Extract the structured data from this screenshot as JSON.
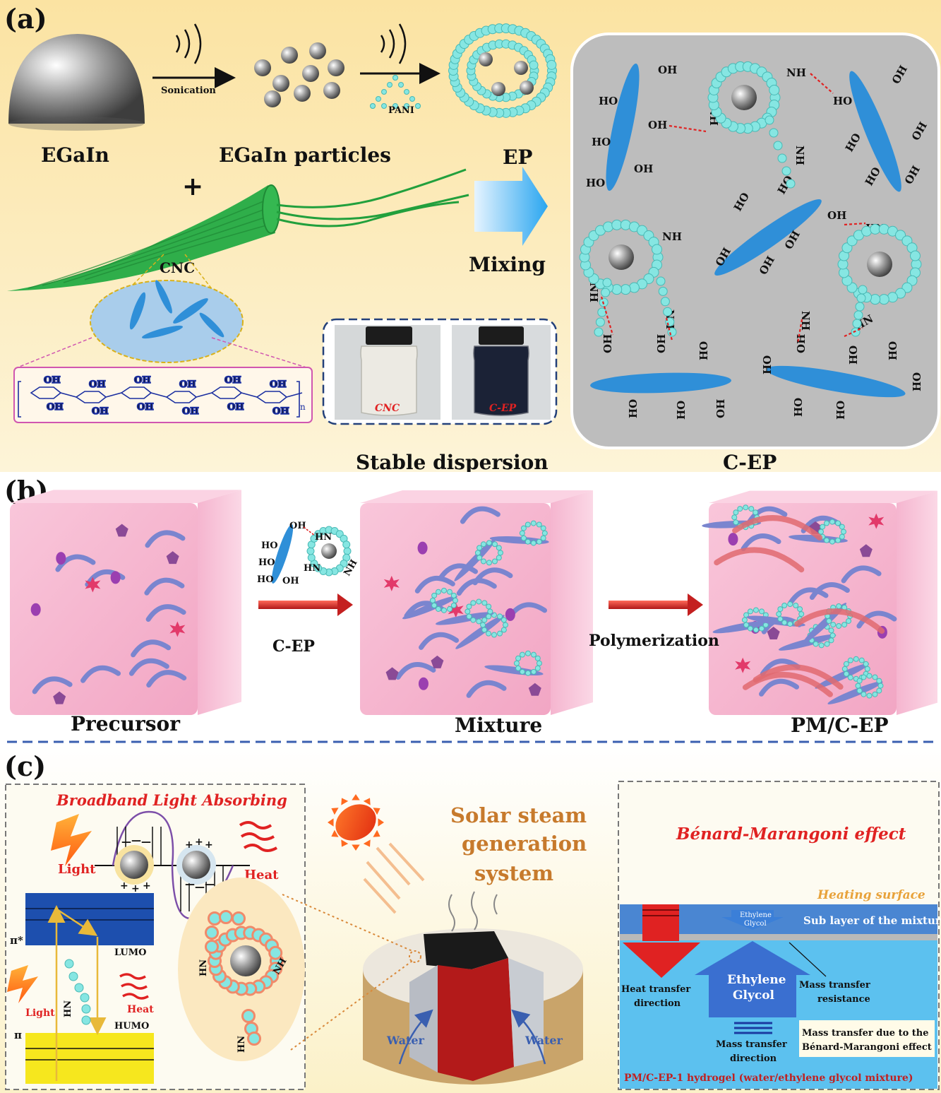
{
  "panel_a": {
    "label": "(a)",
    "egain": "EGaIn",
    "sonication": "Sonication",
    "particles": "EGaIn particles",
    "pani": "PANI",
    "ep": "EP",
    "plus": "+",
    "cnc": "CNC",
    "mixing": "Mixing",
    "vial_cnc": "CNC",
    "vial_cep": "C-EP",
    "stable_dispersion": "Stable dispersion",
    "cep": "C-EP",
    "oh": "OH",
    "ho": "HO",
    "nh": "NH",
    "hn": "HN",
    "n_sub": "n"
  },
  "panel_b": {
    "label": "(b)",
    "precursor": "Precursor",
    "cep": "C-EP",
    "mixture": "Mixture",
    "polymerization": "Polymerization",
    "pmcep": "PM/C-EP"
  },
  "panel_c": {
    "label": "(c)",
    "broadband": "Broadband Light Absorbing",
    "light1": "Light",
    "heat1": "Heat",
    "pi_star": "π*",
    "lumo": "LUMO",
    "light2": "Light",
    "heat2": "Heat",
    "humo": "HUMO",
    "pi": "π",
    "hn": "HN",
    "nh": "NH",
    "solar_line1": "Solar steam",
    "solar_line2": "generation",
    "solar_line3": "system",
    "water1": "Water",
    "water2": "Water",
    "benard": "Bénard-Marangoni effect",
    "heating_surface": "Heating surface",
    "eg_small_1": "Ethylene",
    "eg_small_2": "Glycol",
    "sub_layer": "Sub layer of the mixture",
    "heat_transfer_1": "Heat transfer",
    "heat_transfer_2": "direction",
    "eg_big_1": "Ethylene",
    "eg_big_2": "Glycol",
    "mass_res_1": "Mass transfer",
    "mass_res_2": "resistance",
    "mass_dir_1": "Mass transfer",
    "mass_dir_2": "direction",
    "mass_bm_1": "Mass transfer due to the",
    "mass_bm_2": "Bénard-Marangoni effect",
    "hydrogel": "PM/C-EP-1 hydrogel (water/ethylene glycol mixture)"
  },
  "colors": {
    "accent_red": "#e02222",
    "cnc_blue": "#2f8fd8",
    "pani_cyan": "#7fe3e0",
    "cube_pink": "#f6b6cf",
    "steam_orange": "#d9893a"
  }
}
